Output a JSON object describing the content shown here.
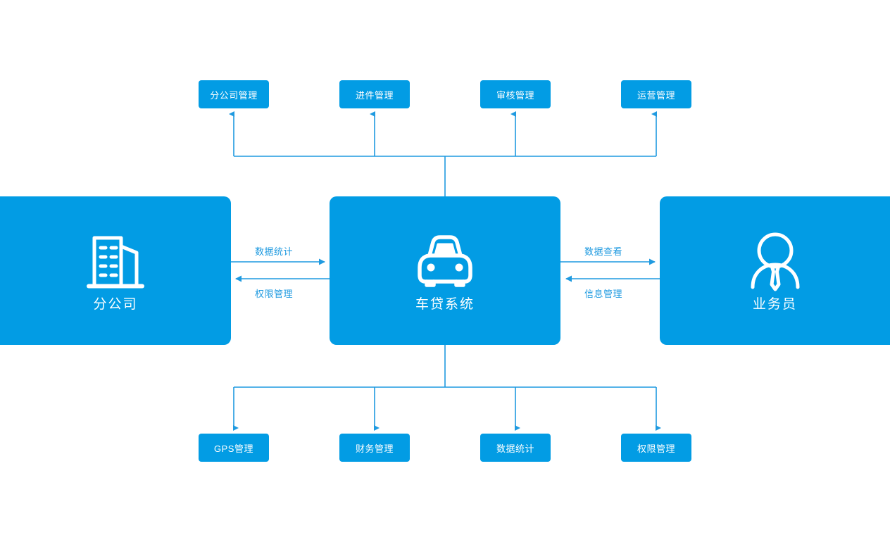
{
  "theme": {
    "brand_blue": "#029ce4",
    "line_blue": "#1f9ae0",
    "background": "#ffffff",
    "label_text": "#ffffff"
  },
  "entities": {
    "branch": {
      "label": "分公司",
      "icon": "building-icon"
    },
    "system": {
      "label": "车贷系统",
      "icon": "car-icon"
    },
    "sales": {
      "label": "业务员",
      "icon": "person-tie-icon"
    }
  },
  "top_modules": [
    {
      "label": "分公司管理"
    },
    {
      "label": "进件管理"
    },
    {
      "label": "审核管理"
    },
    {
      "label": "运营管理"
    }
  ],
  "bottom_modules": [
    {
      "label": "GPS管理"
    },
    {
      "label": "财务管理"
    },
    {
      "label": "数据统计"
    },
    {
      "label": "权限管理"
    }
  ],
  "edge_labels": {
    "branch_to_system": "数据统计",
    "system_to_branch": "权限管理",
    "system_to_sales": "数据查看",
    "sales_to_system": "信息管理"
  }
}
